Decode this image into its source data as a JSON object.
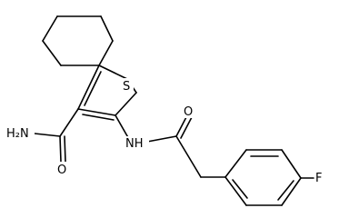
{
  "molecule": {
    "labels": {
      "sulfur": "S",
      "amine": "NH",
      "amide_nitrogen": "H₂N",
      "carbonyl_oxygen_1": "O",
      "carbonyl_oxygen_2": "O",
      "fluorine": "F"
    }
  }
}
